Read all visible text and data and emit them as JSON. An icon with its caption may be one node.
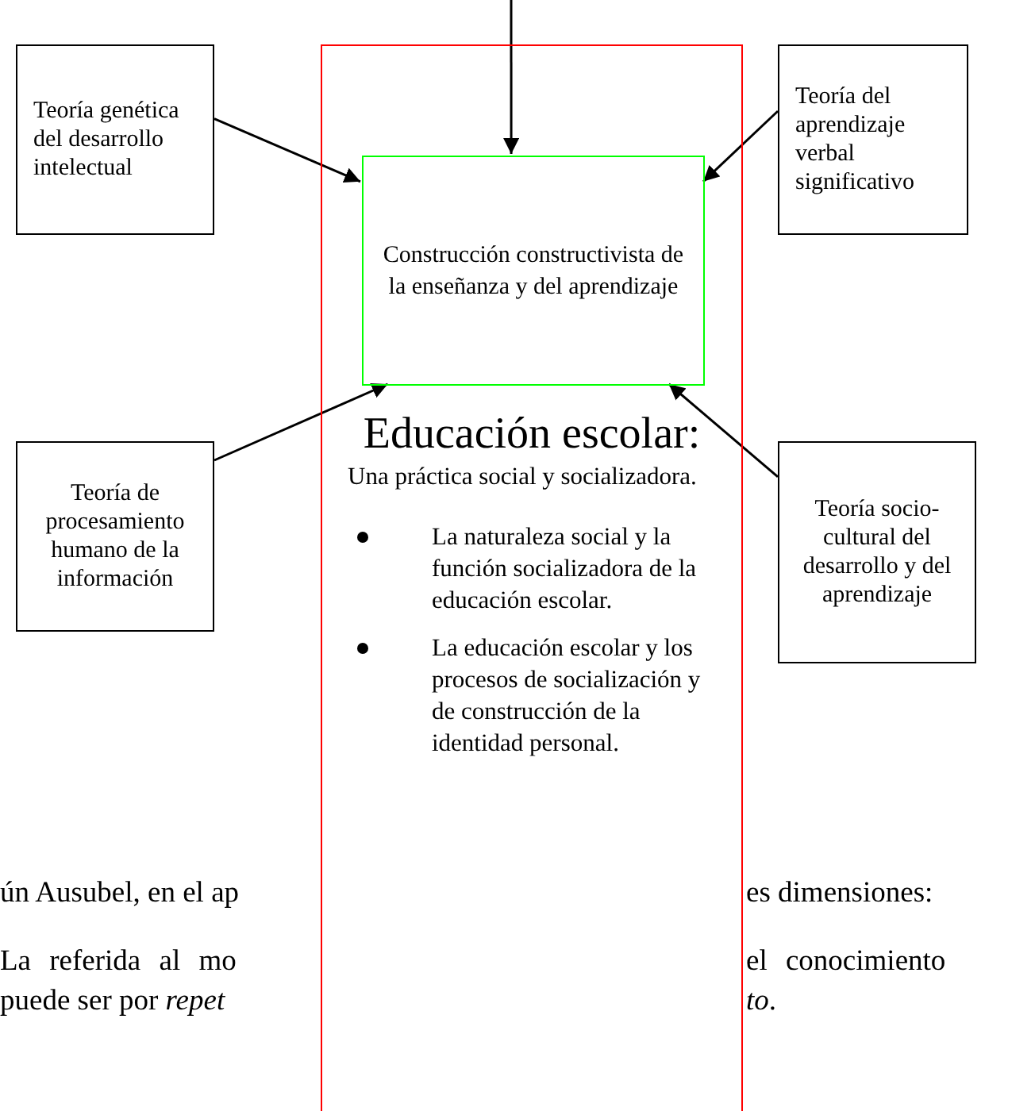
{
  "diagram": {
    "nodes": [
      {
        "text": [
          "Educación escolar:",
          "Una práctica social y socializadora.",
          "La naturaleza social y la función socializadora de la educación escolar.",
          "La educación escolar y los procesos de socialización y de construcción de la identidad personal."
        ]
      },
      {
        "text": [
          "Construcción constructivista de la enseñanza y del aprendizaje"
        ],
        "in": 0
      },
      {
        "text": [
          "Teoría genética del desarrollo intelectual"
        ]
      },
      {
        "text": [
          "Teoría del aprendizaje verbal significativo"
        ]
      },
      {
        "text": [
          "Teoría de procesamiento humano de la información"
        ]
      },
      {
        "text": [
          "Teoría socio-cultural del desarrollo y del aprendizaje"
        ]
      }
    ],
    "edges": [
      {
        "from": null,
        "to": 1,
        "arrow": "to"
      },
      {
        "from": 2,
        "to": 1,
        "arrow": "to"
      },
      {
        "from": 3,
        "to": 1,
        "arrow": "to"
      },
      {
        "from": 4,
        "to": 1,
        "arrow": "to"
      },
      {
        "from": 5,
        "to": 1,
        "arrow": "to"
      }
    ],
    "labels": [
      "ún Ausubel, en el ap",
      "es dimensiones:",
      "La referida al mo",
      "el conocimiento",
      "puede ser por *repet*",
      "*to*."
    ]
  }
}
